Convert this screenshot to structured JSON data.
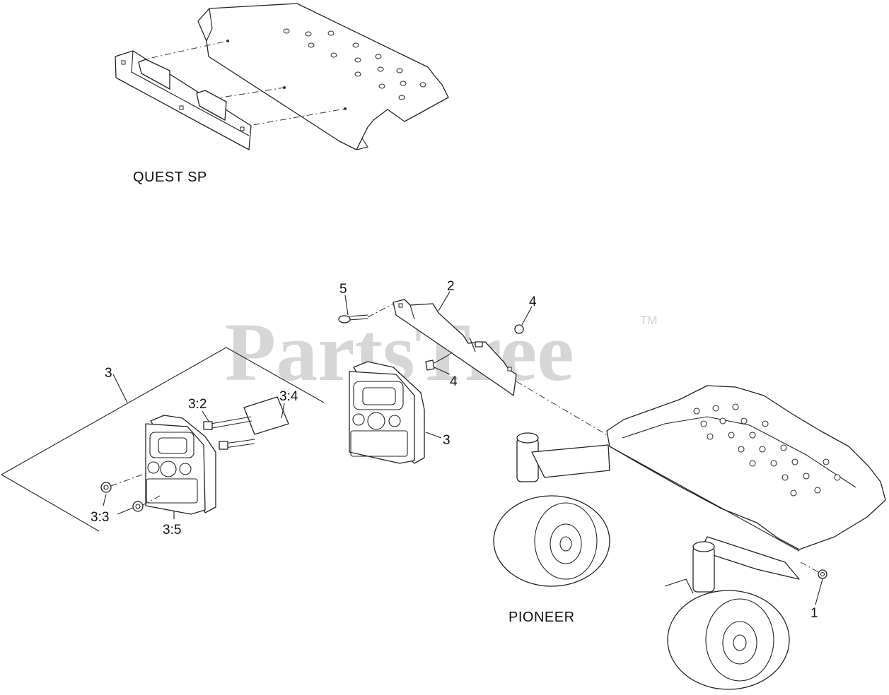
{
  "watermark": {
    "text": "PartsTree",
    "trademark": "TM"
  },
  "captions": {
    "quest_sp": "QUEST SP",
    "pioneer": "PIONEER"
  },
  "callouts": {
    "c1": "1",
    "c2": "2",
    "c3_kit": "3",
    "c3_weight": "3",
    "c3_2": "3:2",
    "c3_3": "3:3",
    "c3_4": "3:4",
    "c3_5": "3:5",
    "c4_upper": "4",
    "c4_lower": "4",
    "c5": "5"
  }
}
